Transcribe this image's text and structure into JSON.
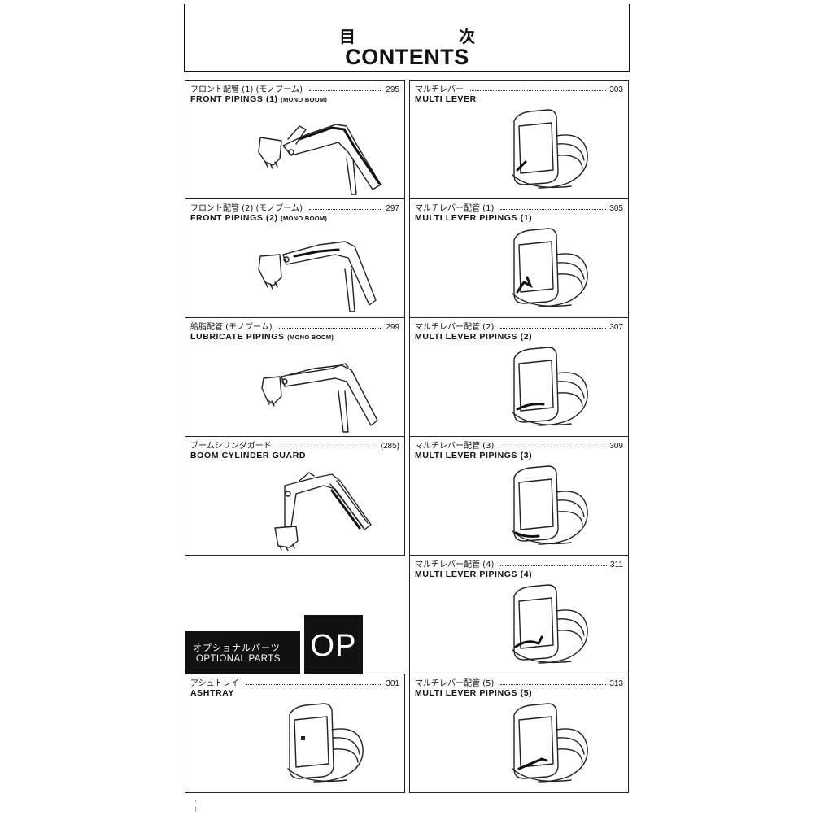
{
  "header": {
    "title_jp": "目 次",
    "title_en": "CONTENTS"
  },
  "left": [
    {
      "jp": "フロント配管 (1) (モノブーム)",
      "en": "FRONT PIPINGS (1)",
      "en_small": "(MONO BOOM)",
      "page": "295"
    },
    {
      "jp": "フロント配管 (2) (モノブーム)",
      "en": "FRONT PIPINGS (2)",
      "en_small": "(MONO BOOM)",
      "page": "297"
    },
    {
      "jp": "給脂配管 (モノブーム)",
      "en": "LUBRICATE PIPINGS",
      "en_small": "(MONO BOOM)",
      "page": "299"
    },
    {
      "jp": "ブームシリンダガード",
      "en": "BOOM CYLINDER GUARD",
      "en_small": "",
      "page": "(285)"
    }
  ],
  "optional": {
    "jp": "オプショナルパーツ",
    "en": "OPTIONAL PARTS",
    "badge": "OP"
  },
  "ashtray": {
    "jp": "アシュトレイ",
    "en": "ASHTRAY",
    "page": "301"
  },
  "right": [
    {
      "jp": "マルチレバー",
      "en": "MULTI LEVER",
      "page": "303"
    },
    {
      "jp": "マルチレバー配管 (1)",
      "en": "MULTI LEVER PIPINGS (1)",
      "page": "305"
    },
    {
      "jp": "マルチレバー配管 (2)",
      "en": "MULTI LEVER PIPINGS (2)",
      "page": "307"
    },
    {
      "jp": "マルチレバー配管 (3)",
      "en": "MULTI LEVER PIPINGS (3)",
      "page": "309"
    },
    {
      "jp": "マルチレバー配管 (4)",
      "en": "MULTI LEVER PIPINGS (4)",
      "page": "311"
    },
    {
      "jp": "マルチレバー配管 (5)",
      "en": "MULTI LEVER PIPINGS (5)",
      "page": "313"
    }
  ],
  "icons": {
    "front_boom": "excavator-front-boom-illustration",
    "cab": "operator-cab-illustration",
    "boom_guard": "boom-cylinder-guard-illustration"
  }
}
